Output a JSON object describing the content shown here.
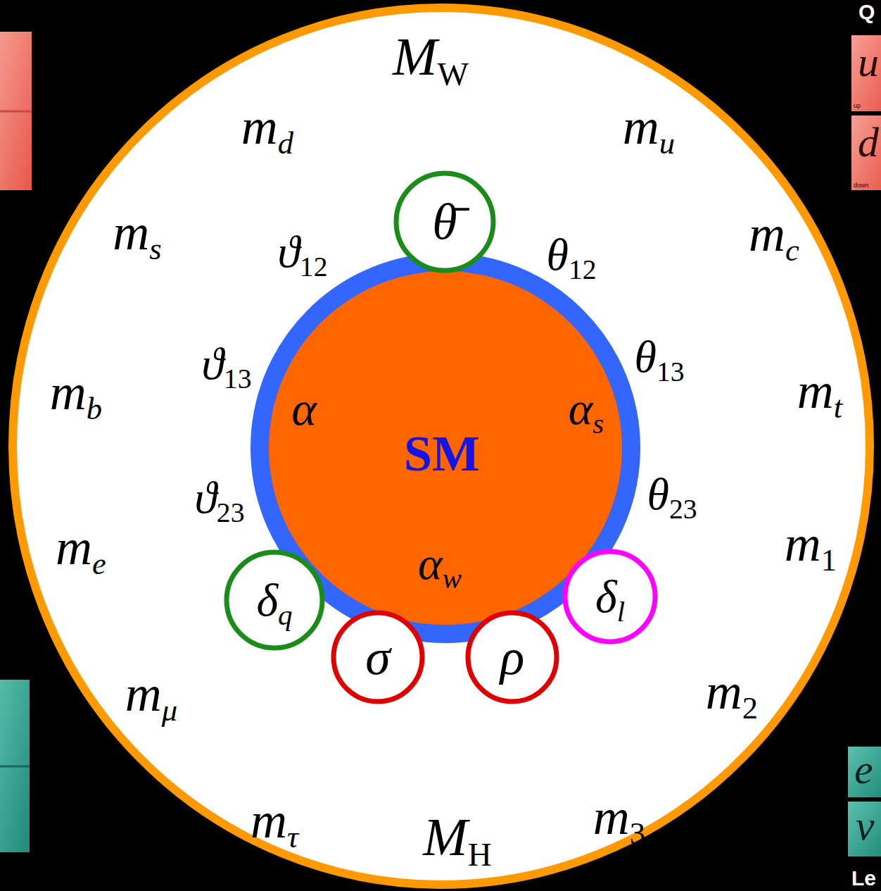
{
  "diagram": {
    "nodes": [
      {
        "text": [
          "MW",
          "md",
          "mu",
          "ms",
          "mc",
          "mb",
          "mt",
          "me",
          "m1",
          "mμ",
          "m2",
          "mτ",
          "MH",
          "m3",
          "ϑ12",
          "θ12",
          "ϑ13",
          "θ13",
          "ϑ23",
          "θ23"
        ]
      },
      {
        "text": [
          "α",
          "αs",
          "SM",
          "αw"
        ],
        "in": 0
      },
      {
        "text": [
          "θ̄"
        ],
        "in": 0
      },
      {
        "text": [
          "δq"
        ],
        "in": 0
      },
      {
        "text": [
          "σ"
        ],
        "in": 0
      },
      {
        "text": [
          "ρ"
        ],
        "in": 0
      },
      {
        "text": [
          "δl"
        ],
        "in": 0
      }
    ],
    "labels": [
      "Q",
      "u",
      "up",
      "d",
      "down",
      "e",
      "ν",
      "Le"
    ]
  }
}
